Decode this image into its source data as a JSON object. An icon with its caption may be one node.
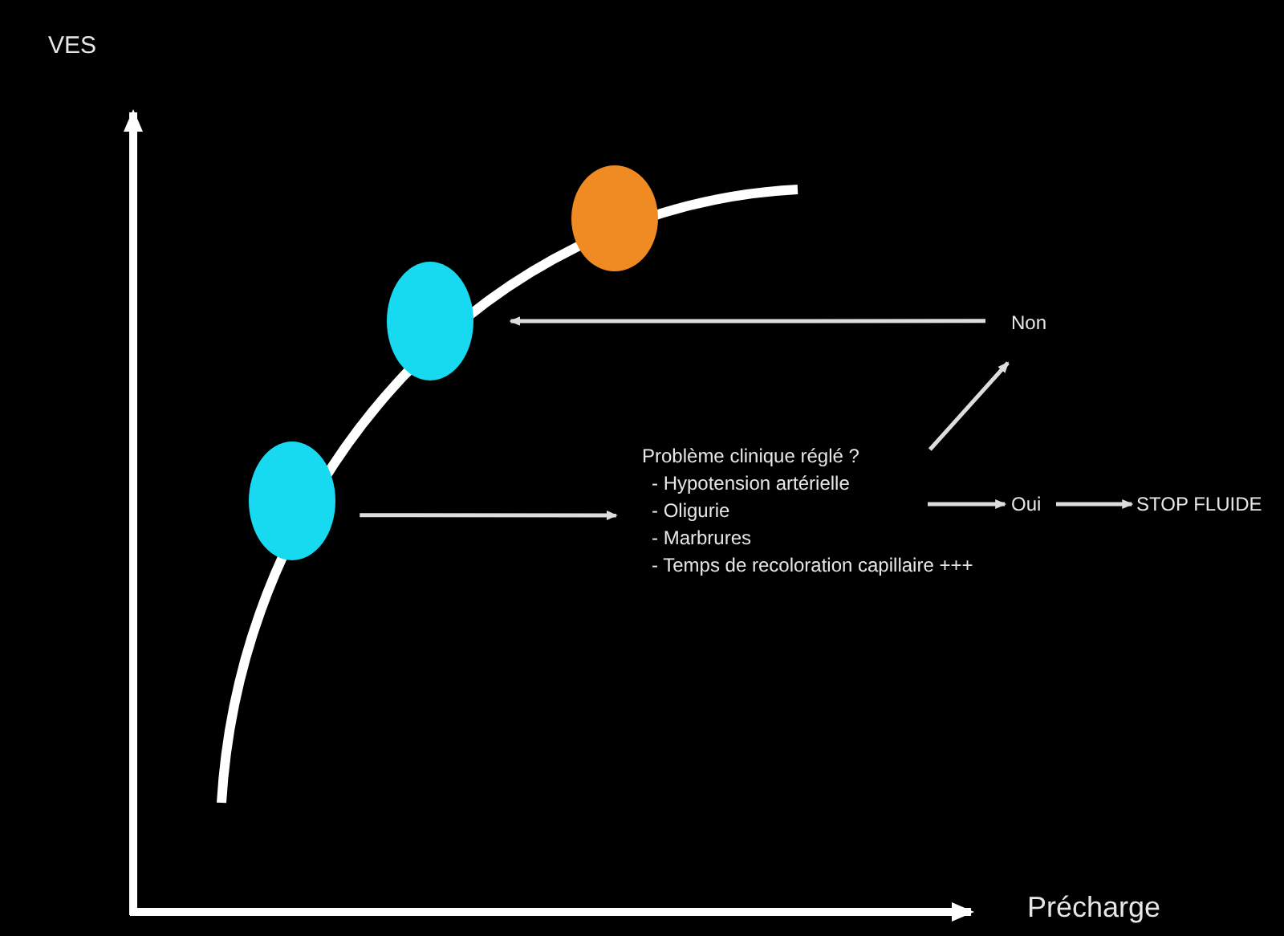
{
  "diagram": {
    "nodes": [
      {
        "text": [],
        "shape": "circle"
      },
      {
        "text": [],
        "shape": "circle"
      },
      {
        "text": [],
        "shape": "circle"
      },
      {
        "text": [
          "Problème clinique réglé ?",
          "- Hypotension artérielle",
          "- Oligurie",
          "- Marbrures",
          "- Temps de recoloration capillaire +++"
        ]
      },
      {
        "text": [
          "Non"
        ]
      },
      {
        "text": [
          "Oui"
        ]
      },
      {
        "text": [
          "STOP FLUIDE"
        ]
      }
    ],
    "edges": [
      {
        "from": 0,
        "to": 3,
        "arrow": "to"
      },
      {
        "from": 3,
        "to": 4,
        "arrow": "to"
      },
      {
        "from": 4,
        "to": 1,
        "arrow": "to"
      },
      {
        "from": 3,
        "to": 5,
        "arrow": "to"
      },
      {
        "from": 5,
        "to": 6,
        "arrow": "to"
      }
    ],
    "labels": [
      "VES",
      "Précharge"
    ]
  }
}
